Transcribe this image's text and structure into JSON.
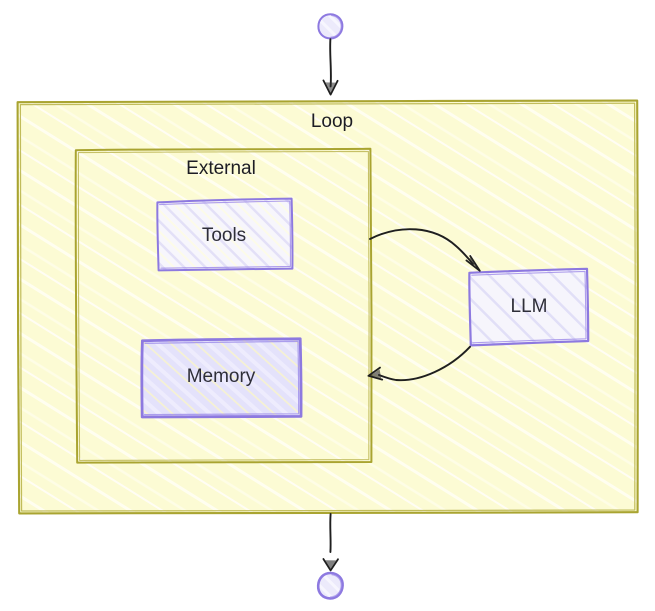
{
  "diagram": {
    "type": "flowchart",
    "title": "",
    "colors": {
      "group_fill": "#fcfbd4",
      "group_stroke": "#a9a431",
      "node_stroke": "#8d79e0",
      "node_fill_light": "#ebe9fb",
      "node_fill_strong": "#e2e0fc",
      "edge_stroke": "#1f1f1f",
      "text": "#2e2e38",
      "background": "#ffffff"
    },
    "groups": [
      {
        "id": "loop",
        "label": "Loop",
        "label_position": "top-center"
      },
      {
        "id": "external",
        "label": "External",
        "label_position": "top-center"
      }
    ],
    "nodes": [
      {
        "id": "start",
        "label": "",
        "shape": "circle",
        "kind": "start-node"
      },
      {
        "id": "tools",
        "label": "Tools",
        "shape": "rect",
        "kind": "process"
      },
      {
        "id": "memory",
        "label": "Memory",
        "shape": "rect",
        "kind": "process"
      },
      {
        "id": "llm",
        "label": "LLM",
        "shape": "rect",
        "kind": "process"
      },
      {
        "id": "end",
        "label": "",
        "shape": "circle",
        "kind": "end-node"
      }
    ],
    "edges": [
      {
        "id": "start-to-loop",
        "from": "start",
        "to": "loop",
        "label": "",
        "style": "arrow"
      },
      {
        "id": "external-to-llm",
        "from": "external",
        "to": "llm",
        "label": "",
        "style": "curved-arrow"
      },
      {
        "id": "llm-to-external",
        "from": "llm",
        "to": "external",
        "label": "",
        "style": "curved-arrow"
      },
      {
        "id": "loop-to-end",
        "from": "loop",
        "to": "end",
        "label": "",
        "style": "arrow"
      }
    ]
  }
}
